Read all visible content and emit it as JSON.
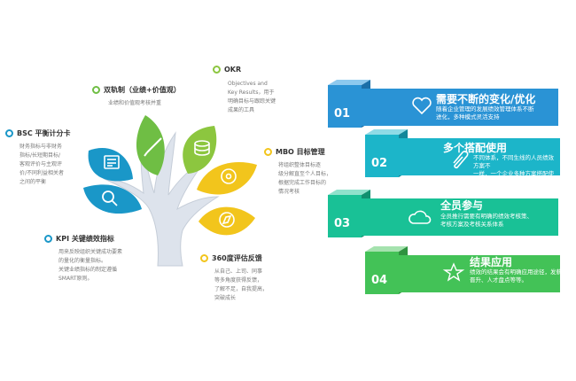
{
  "tree": {
    "nodes": [
      {
        "id": "bsc",
        "title": "BSC 平衡计分卡",
        "desc": [
          "财务指标与非财务",
          "指标/长短期目标/",
          "客观评价与主观评",
          "价/不同利益相关者",
          "之间的平衡"
        ],
        "color": "#1a97c8"
      },
      {
        "id": "dual",
        "title": "双轨制（业绩+价值观）",
        "desc": [
          "业绩和价值观考核并重"
        ],
        "color": "#6fbe44"
      },
      {
        "id": "okr",
        "title": "OKR",
        "desc": [
          "Objectives and",
          "Key Results，用于",
          "明确目标与跟踪关键",
          "成果的工具"
        ],
        "color": "#8cc63f"
      },
      {
        "id": "mbo",
        "title": "MBO 目标管理",
        "desc": [
          "将组织整体目标逐",
          "级分解直至个人目标，",
          "根据完成工作目标的",
          "情况考核"
        ],
        "color": "#f2c51c"
      },
      {
        "id": "kpi",
        "title": "KPI 关键绩效指标",
        "desc": [
          "用来反映组织关键成功要素",
          "的量化的衡量指标。",
          "关键业绩指标的制定遵循",
          "SMART原则。"
        ],
        "color": "#1a97c8"
      },
      {
        "id": "feedback",
        "title": "360度评估反馈",
        "desc": [
          "从自己、上司、同事",
          "等多角度获得反馈，",
          "了解不足，自我提高，",
          "突破成长"
        ],
        "color": "#f2c51c"
      }
    ],
    "leaf_icons": [
      "newspaper-icon",
      "pencil-icon",
      "database-icon",
      "disc-icon",
      "magnifier-icon",
      "compass-icon"
    ]
  },
  "steps": [
    {
      "num": "01",
      "title": "需要不断的变化/优化",
      "desc": [
        "随着企业管理的发展绩效管理体系不断",
        "进化，多种模式灵活支持"
      ],
      "icon": "heart-icon",
      "color": "#2a93d5"
    },
    {
      "num": "02",
      "title": "多个搭配使用",
      "desc": [
        "不同体系，不同生线的人员绩效方案不",
        "一样，一个企业多种方案搭配使用"
      ],
      "icon": "paperclip-icon",
      "color": "#1cb5c9"
    },
    {
      "num": "03",
      "title": "全员参与",
      "desc": [
        "全员推行需要有明确的绩效考核策、",
        "考核方案及考核关系体系"
      ],
      "icon": "cloud-icon",
      "color": "#19c196"
    },
    {
      "num": "04",
      "title": "结果应用",
      "desc": [
        "绩效的结果会有明确应用途径，发薪、",
        "晋升、人才盘点等等。"
      ],
      "icon": "star-icon",
      "color": "#43c257"
    }
  ],
  "colors": {
    "blue": "#2a93d5",
    "teal": "#1cb5c9",
    "green": "#19c196",
    "lime": "#43c257",
    "yellow": "#f2c51c"
  }
}
